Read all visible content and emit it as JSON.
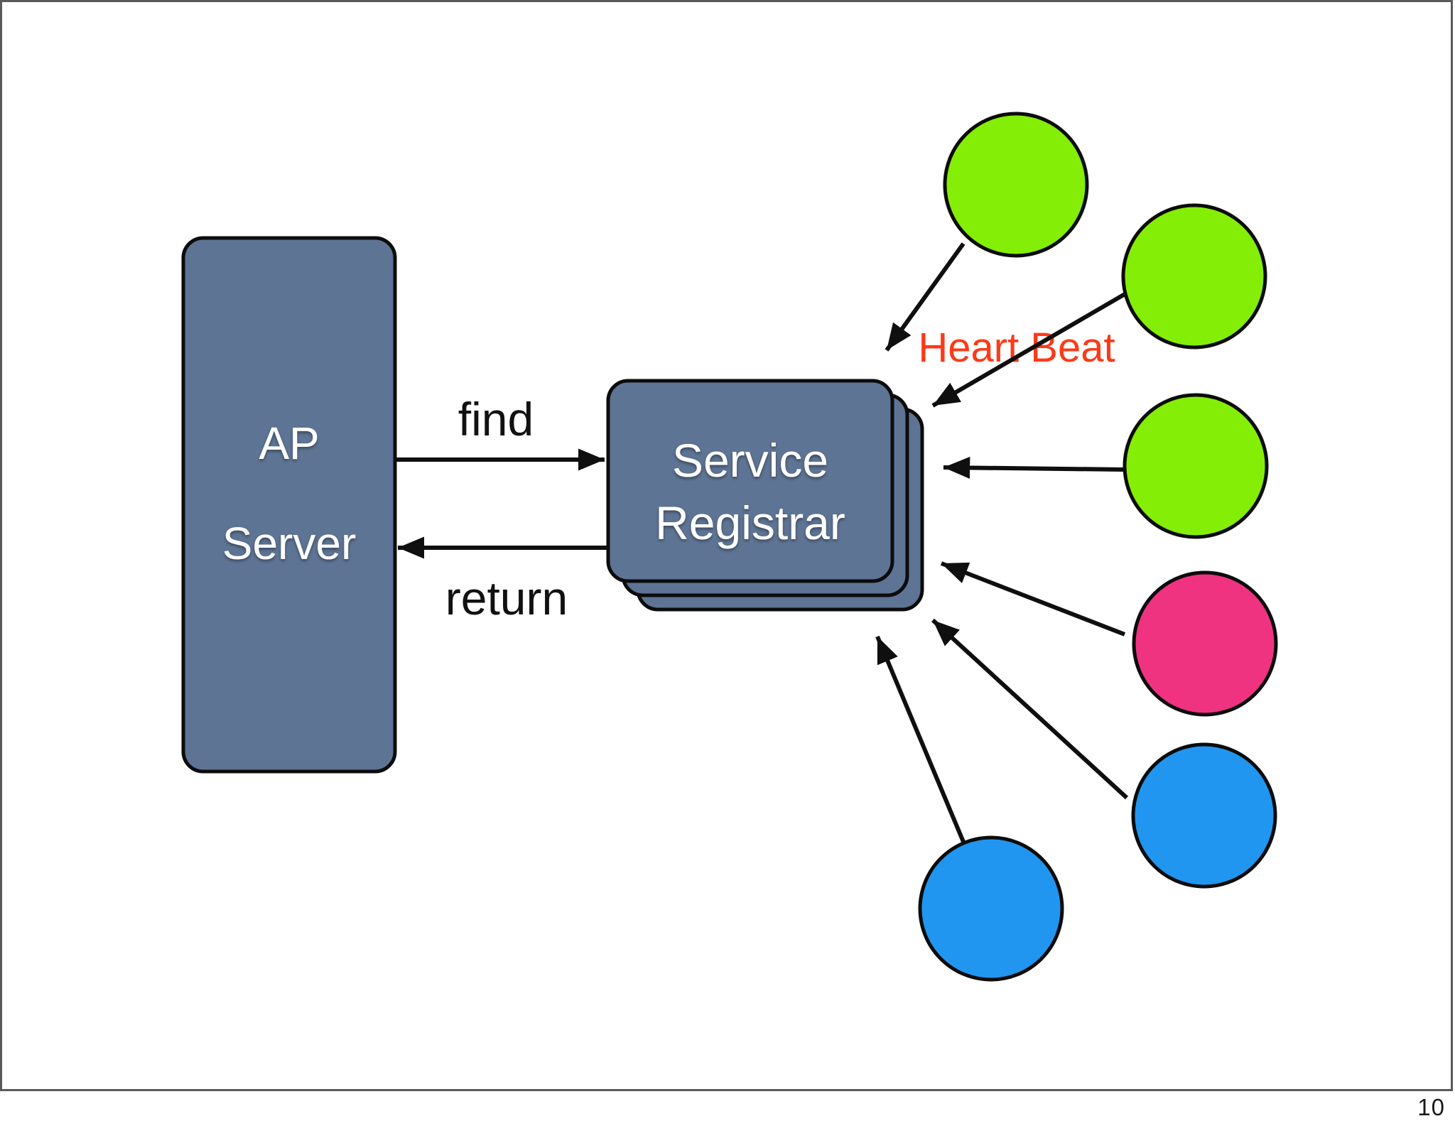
{
  "slide": {
    "page_number": "10",
    "background": "#ffffff",
    "border_color": "#5a5a5a"
  },
  "colors": {
    "node_fill": "#5e7494",
    "node_border": "#0c0c0c",
    "node_text": "#ffffff",
    "arrow": "#0f0f0f",
    "label_text": "#111111",
    "heartbeat_text": "#fb3a18",
    "green": "#85ee06",
    "pink": "#f03380",
    "blue": "#2196f0"
  },
  "nodes": {
    "ap_server": {
      "label": "AP Server",
      "line1": "AP",
      "line2": "Server"
    },
    "service_registrar": {
      "label": "Service Registrar",
      "line1": "Service",
      "line2": "Registrar",
      "stacked_copies": 3
    }
  },
  "labels": {
    "find": "find",
    "return": "return",
    "heartbeat": "Heart Beat"
  },
  "service_nodes": [
    {
      "color": "green",
      "hex": "#85ee06"
    },
    {
      "color": "green",
      "hex": "#85ee06"
    },
    {
      "color": "green",
      "hex": "#85ee06"
    },
    {
      "color": "pink",
      "hex": "#f03380"
    },
    {
      "color": "blue",
      "hex": "#2196f0"
    },
    {
      "color": "blue",
      "hex": "#2196f0"
    }
  ],
  "edges": [
    {
      "from": "ap-server",
      "to": "service-registrar",
      "label": "find"
    },
    {
      "from": "service-registrar",
      "to": "ap-server",
      "label": "return"
    },
    {
      "from": "service-node-1",
      "to": "service-registrar",
      "label": "Heart Beat"
    },
    {
      "from": "service-node-2",
      "to": "service-registrar",
      "label": "Heart Beat"
    },
    {
      "from": "service-node-3",
      "to": "service-registrar",
      "label": "Heart Beat"
    },
    {
      "from": "service-node-4",
      "to": "service-registrar",
      "label": "Heart Beat"
    },
    {
      "from": "service-node-5",
      "to": "service-registrar",
      "label": "Heart Beat"
    },
    {
      "from": "service-node-6",
      "to": "service-registrar",
      "label": "Heart Beat"
    }
  ]
}
